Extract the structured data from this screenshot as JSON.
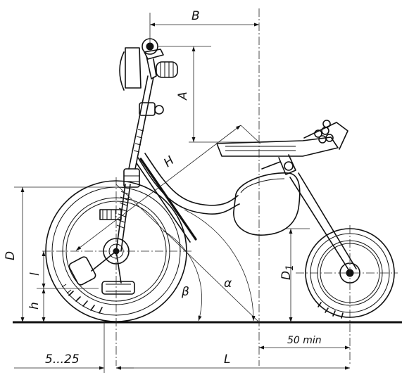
{
  "diagram": {
    "labels": {
      "B": "B",
      "A": "A",
      "H": "H",
      "D": "D",
      "D1": "D",
      "D1_sub": "1",
      "l": "l",
      "h": "h",
      "alpha": "α",
      "beta": "β",
      "L": "L",
      "range": "5...25",
      "min": "50 min"
    },
    "colors": {
      "ink": "#111111",
      "paper": "#ffffff"
    }
  }
}
